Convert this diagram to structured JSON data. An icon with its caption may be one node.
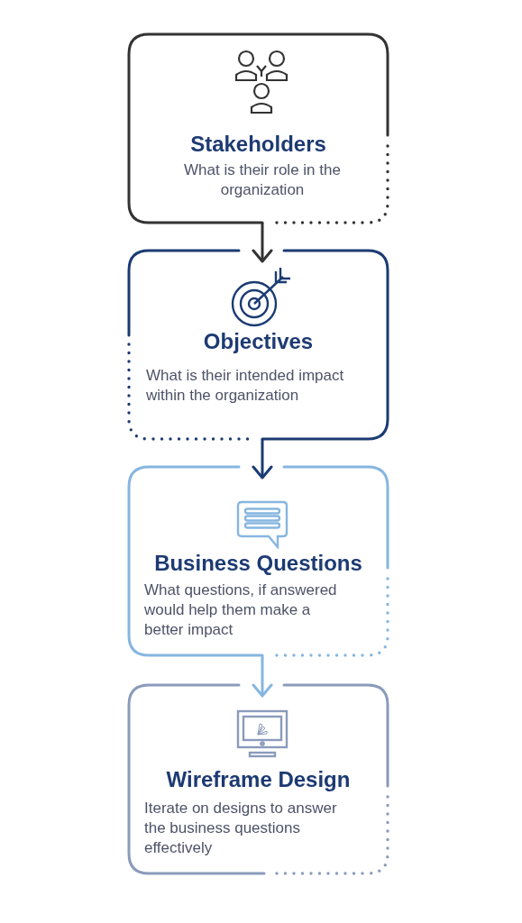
{
  "diagram": {
    "nodes": [
      {
        "text": [
          "Stakeholders",
          "What is their role in the organization"
        ]
      },
      {
        "text": [
          "Objectives",
          "What is their intended impact within the organization"
        ]
      },
      {
        "text": [
          "Business Questions",
          "What questions, if answered would help them make a better impact"
        ]
      },
      {
        "text": [
          "Wireframe Design",
          "Iterate on designs to answer the business questions effectively"
        ]
      }
    ],
    "edges": [
      {
        "from": 0,
        "to": 1,
        "arrow": "to",
        "color": "#333333"
      },
      {
        "from": 1,
        "to": 2,
        "arrow": "to",
        "color": "#1b3b73"
      },
      {
        "from": 2,
        "to": 3,
        "arrow": "to",
        "color": "#86b6e0"
      }
    ]
  }
}
